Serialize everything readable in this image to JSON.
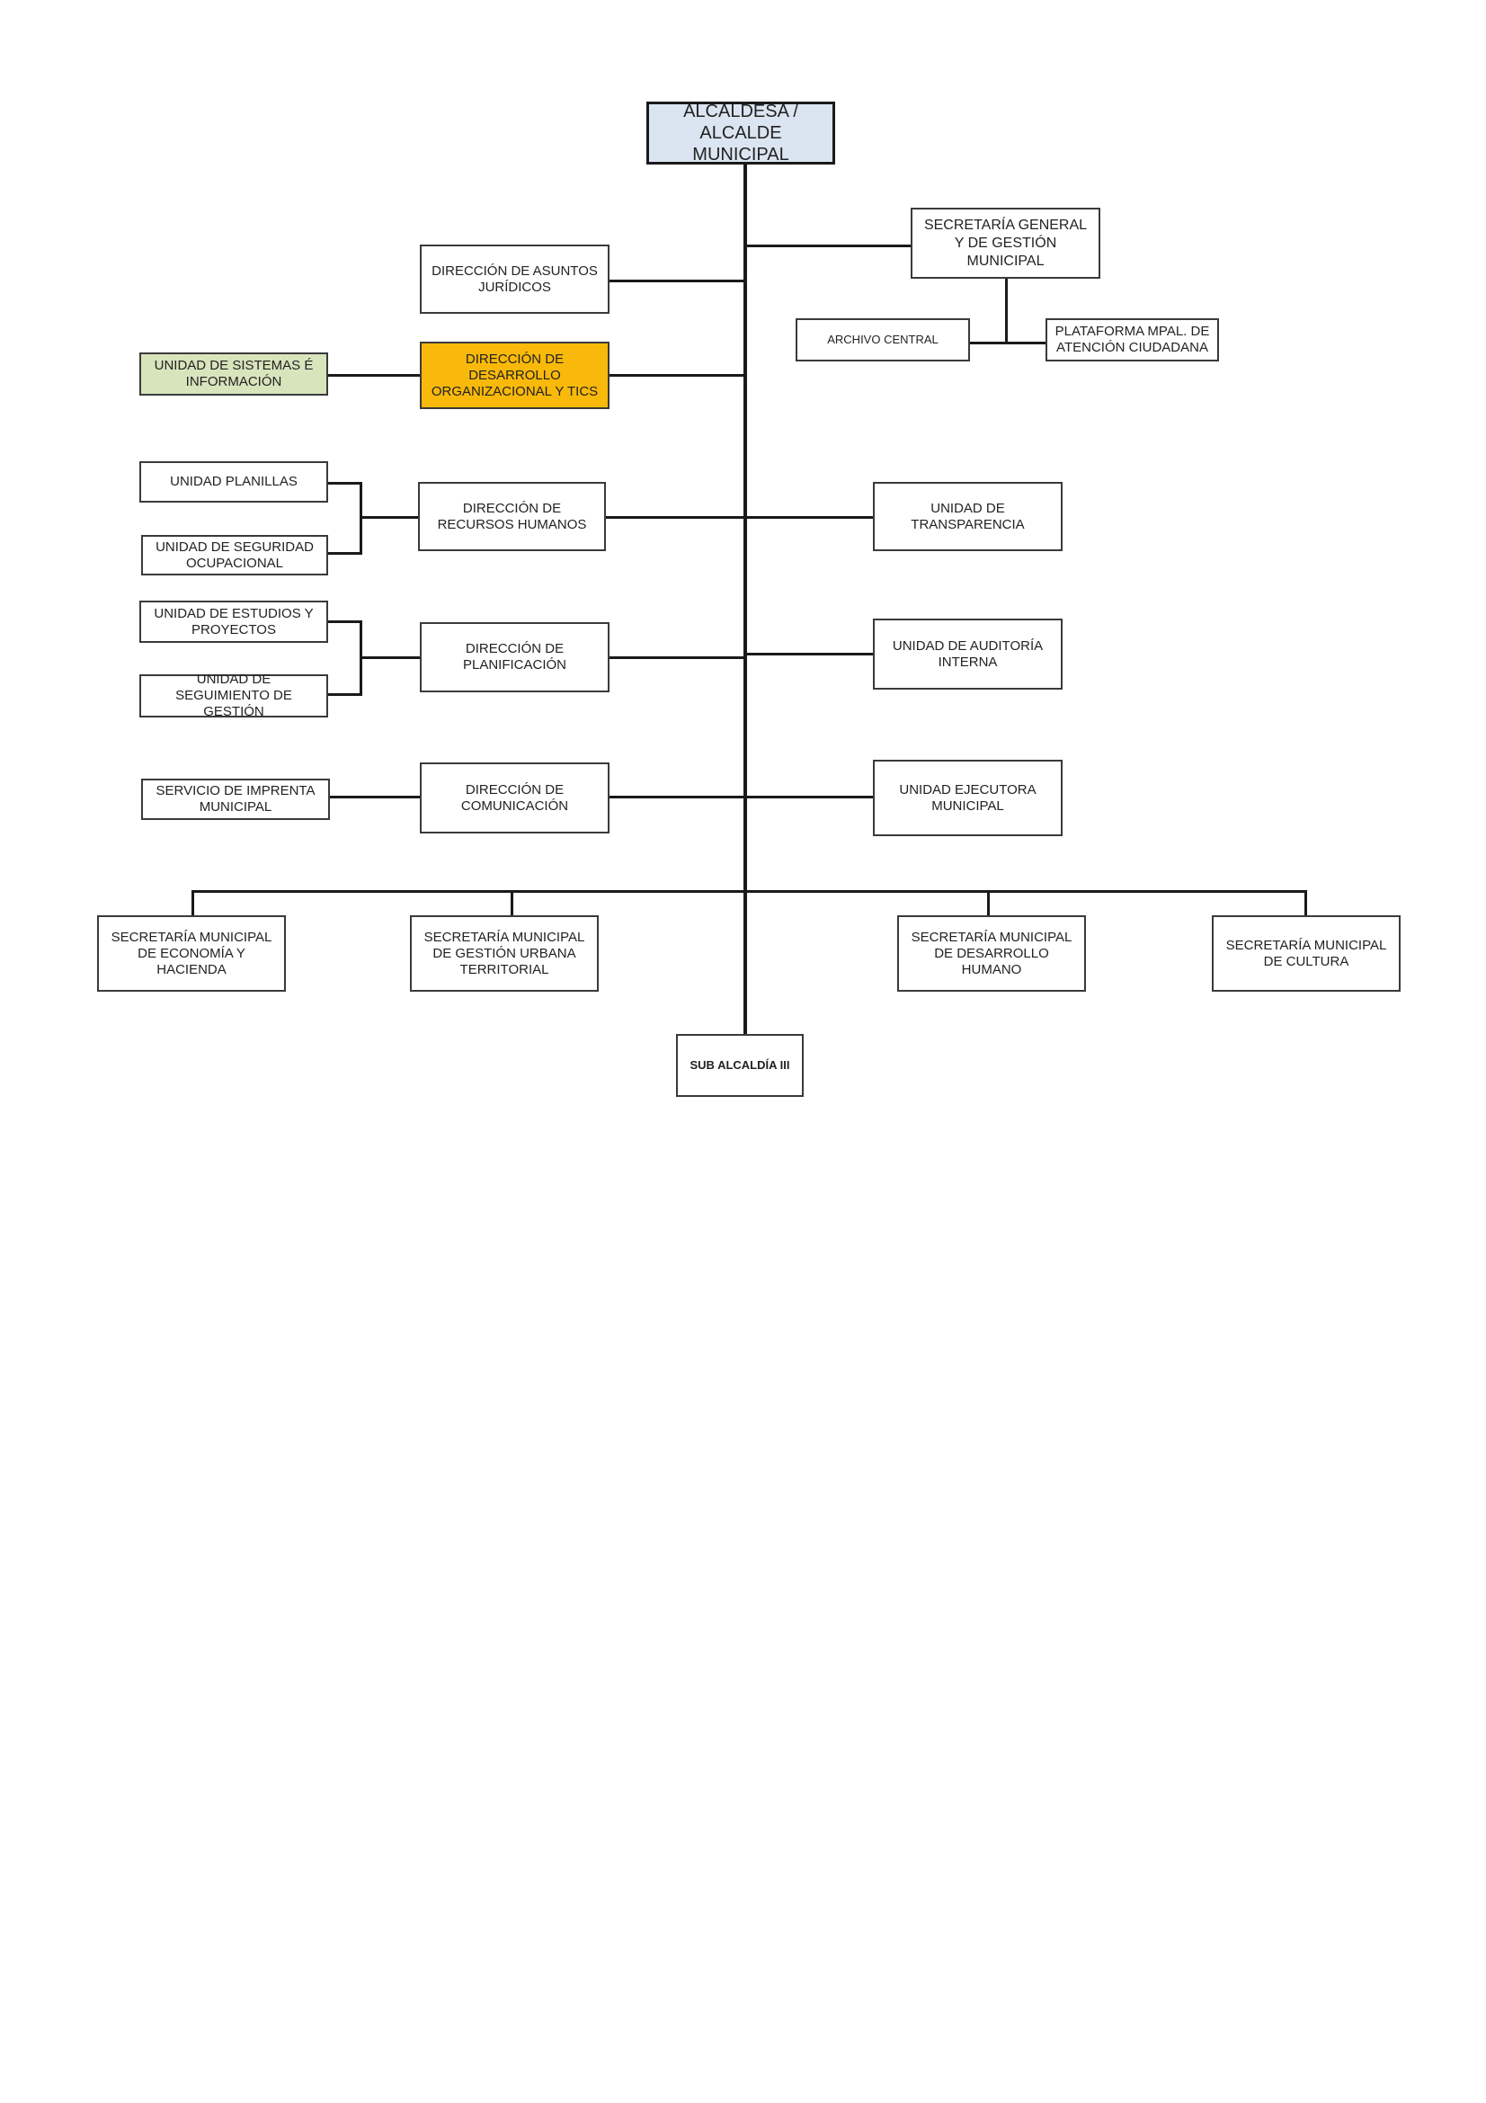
{
  "colors": {
    "top_fill": "#dbe5f1",
    "highlight_fill": "#f9b90a",
    "green_fill": "#d8e4bc",
    "line": "#1a1a1a"
  },
  "nodes": {
    "alcaldia": "ALCALDESA / ALCALDE MUNICIPAL",
    "secretaria_general": "SECRETARÍA GENERAL Y DE GESTIÓN MUNICIPAL",
    "archivo_central": "ARCHIVO CENTRAL",
    "plataforma": "PLATAFORMA MPAL. DE ATENCIÓN CIUDADANA",
    "asuntos_juridicos": "DIRECCIÓN DE ASUNTOS JURÍDICOS",
    "desarrollo_org": "DIRECCIÓN DE DESARROLLO ORGANIZACIONAL Y TICs",
    "sistemas": "UNIDAD DE SISTEMAS é INFORMACIÓN",
    "rrhh": "DIRECCIÓN DE RECURSOS HUMANOS",
    "planillas": "UNIDAD PLANILLAS",
    "seguridad": "UNIDAD DE SEGURIDAD OCUPACIONAL",
    "transparencia": "UNIDAD DE TRANSPARENCIA",
    "planificacion": "DIRECCIÓN DE PLANIFICACIÓN",
    "estudios": "UNIDAD DE ESTUDIOS Y PROYECTOS",
    "seguimiento": "UNIDAD DE SEGUIMIENTO DE GESTIÓN",
    "auditoria": "UNIDAD DE AUDITORÍA INTERNA",
    "comunicacion": "DIRECCIÓN DE COMUNICACIÓN",
    "imprenta": "SERVICIO DE IMPRENTA MUNICIPAL",
    "ejecutora": "UNIDAD EJECUTORA MUNICIPAL",
    "economia": "SECRETARÍA MUNICIPAL DE ECONOMÍA Y HACIENDA",
    "gestion_urbana": "SECRETARÍA MUNICIPAL DE GESTIÓN URBANA TERRITORIAL",
    "desarrollo_humano": "SECRETARÍA MUNICIPAL DE DESARROLLO HUMANO",
    "cultura": "SECRETARÍA MUNICIPAL DE CULTURA",
    "subalcaldia": "SUB ALCALDÍA III"
  }
}
